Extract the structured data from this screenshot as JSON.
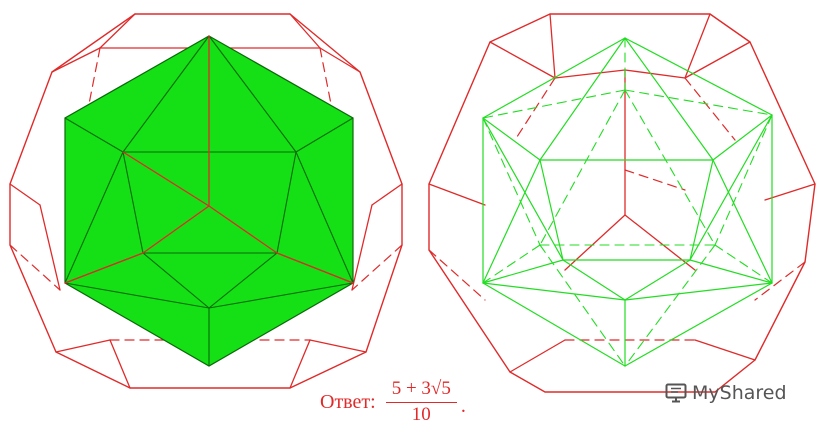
{
  "colors": {
    "frame": "#e02a2a",
    "solid_fill": "#15e015",
    "solid_edge": "#0a6a0a",
    "wire": "#22dd22",
    "watermark": "#555555"
  },
  "answer": {
    "label": "Ответ:",
    "numerator": "5 + 3√5",
    "denominator": "10",
    "end_punct": "."
  },
  "watermark": {
    "text": "MyShared",
    "icon": "presentation-board-icon"
  }
}
